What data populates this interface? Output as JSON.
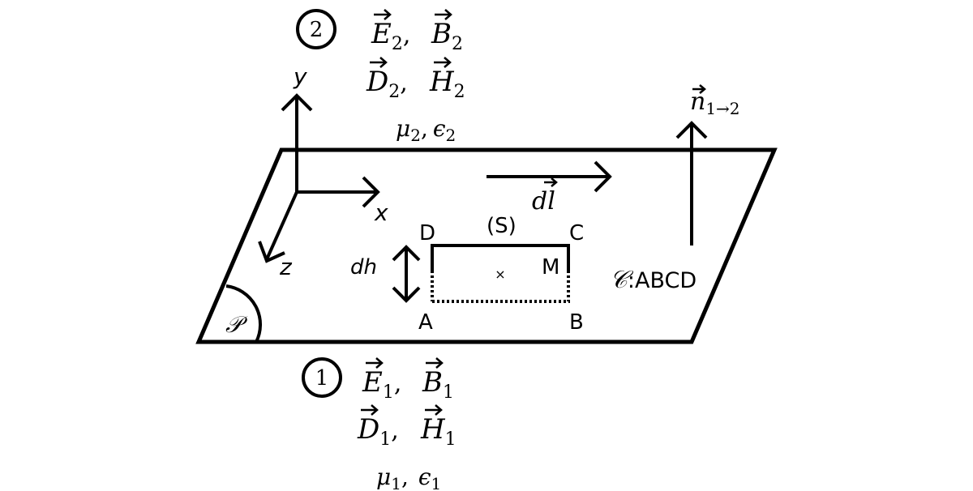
{
  "medium2": {
    "label": "2",
    "fields_line1": {
      "E": "E",
      "B": "B",
      "sub": "2",
      "sep": ",",
      "spacer": " "
    },
    "fields_line2": {
      "D": "D",
      "H": "H",
      "sub": "2",
      "sep": ","
    },
    "props": {
      "mu": "μ",
      "eps": "ϵ",
      "sub": "2",
      "sep": ","
    }
  },
  "medium1": {
    "label": "1",
    "fields_line1": {
      "E": "E",
      "B": "B",
      "sub": "1",
      "sep": ","
    },
    "fields_line2": {
      "D": "D",
      "H": "H",
      "sub": "1",
      "sep": ","
    },
    "props": {
      "mu": "μ",
      "eps": "ϵ",
      "sub": "1",
      "sep": ","
    }
  },
  "axes": {
    "x": "x",
    "y": "y",
    "z": "z"
  },
  "plane": {
    "label": "𝒫"
  },
  "normal": {
    "n": "n",
    "sub": "1→2"
  },
  "dl": {
    "d": "d",
    "l": "l"
  },
  "contour": {
    "surface": "(S)",
    "height": "dh",
    "A": "A",
    "B": "B",
    "C": "C",
    "D": "D",
    "M": "M",
    "center_mark": "×",
    "curve_label": "𝒞",
    "curve_name": ":ABCD"
  }
}
